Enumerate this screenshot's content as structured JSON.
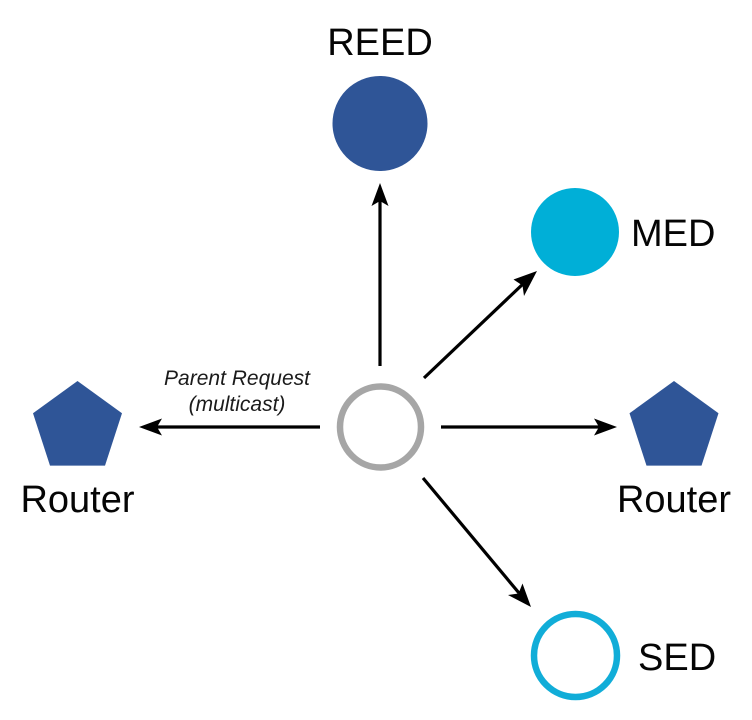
{
  "diagram": {
    "title": "Parent Request (multicast)",
    "background_color": "#ffffff",
    "palette": {
      "router_blue": "#2F5597",
      "reed_blue": "#2F5597",
      "med_cyan": "#00AFD7",
      "sed_cyan": "#11ADD8",
      "center_gray": "#A6A6A6",
      "arrow_black": "#000000",
      "label_black": "#050505"
    },
    "center_node": {
      "name": "joining-device",
      "shape": "circle-outline",
      "fill": "#ffffff",
      "stroke": "#A6A6A6",
      "label": ""
    },
    "nodes": [
      {
        "id": "reed",
        "label": "REED",
        "shape": "circle-filled",
        "color": "#2F5597",
        "label_position": "above"
      },
      {
        "id": "med",
        "label": "MED",
        "shape": "circle-filled",
        "color": "#00AFD7",
        "label_position": "right"
      },
      {
        "id": "router-right",
        "label": "Router",
        "shape": "pentagon-filled",
        "color": "#2F5597",
        "label_position": "below"
      },
      {
        "id": "sed",
        "label": "SED",
        "shape": "circle-outline",
        "color": "#11ADD8",
        "label_position": "right"
      },
      {
        "id": "router-left",
        "label": "Router",
        "shape": "pentagon-filled",
        "color": "#2F5597",
        "label_position": "below"
      }
    ],
    "edges": [
      {
        "id": "edge-to-reed",
        "from": "center",
        "to": "reed",
        "label": "",
        "direction": "up"
      },
      {
        "id": "edge-to-med",
        "from": "center",
        "to": "med",
        "label": "",
        "direction": "up-right"
      },
      {
        "id": "edge-to-router-right",
        "from": "center",
        "to": "router-right",
        "label": "",
        "direction": "right"
      },
      {
        "id": "edge-to-sed",
        "from": "center",
        "to": "sed",
        "label": "",
        "direction": "down-right"
      },
      {
        "id": "edge-to-router-left",
        "from": "center",
        "to": "router-left",
        "label_line1": "Parent Request",
        "label_line2": "(multicast)",
        "direction": "left"
      }
    ]
  }
}
